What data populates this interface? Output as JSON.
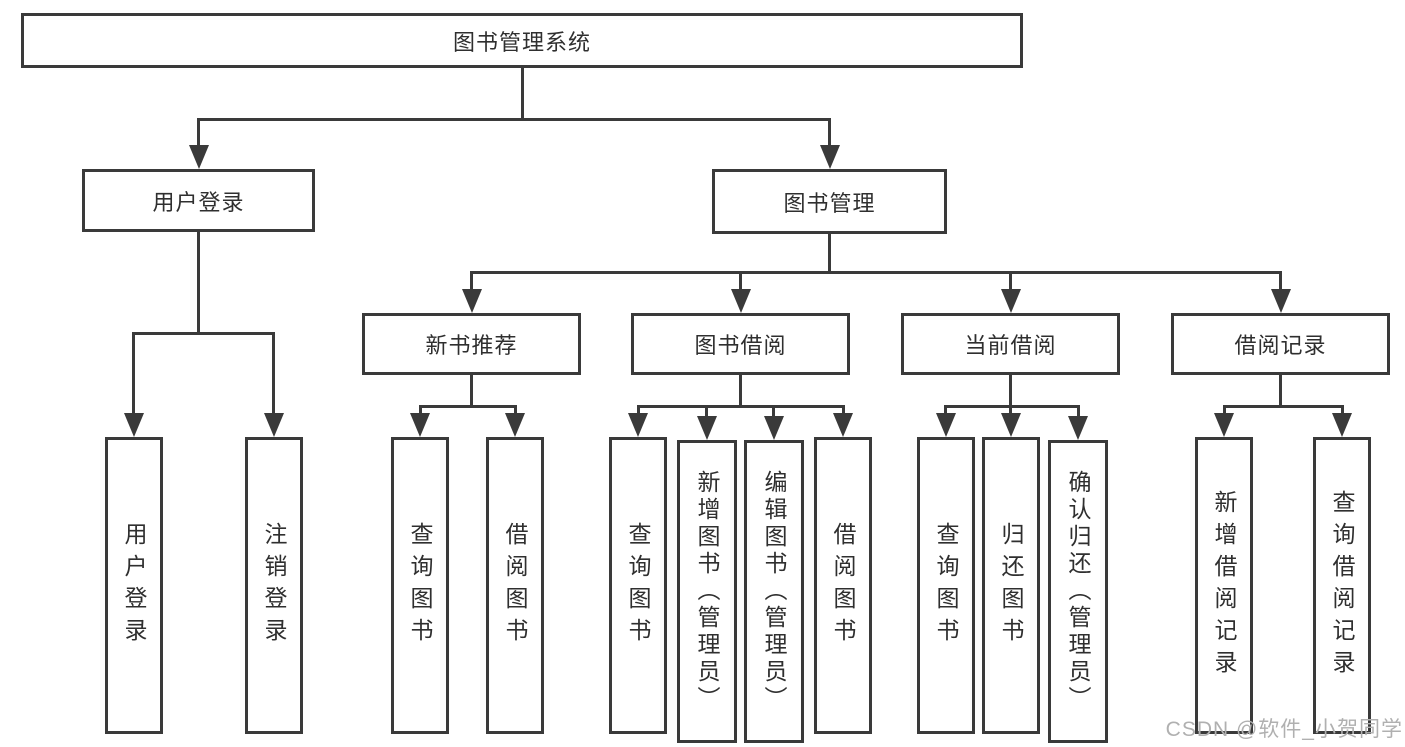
{
  "diagram": {
    "root": {
      "label": "图书管理系统"
    },
    "branches": {
      "user_login": {
        "label": "用户登录",
        "children": [
          "用户登录",
          "注销登录"
        ]
      },
      "book_management": {
        "label": "图书管理"
      }
    },
    "sections": {
      "new_books": {
        "label": "新书推荐",
        "children": [
          "查询图书",
          "借阅图书"
        ]
      },
      "book_borrowing": {
        "label": "图书借阅",
        "children": [
          "查询图书",
          "新增图书（管理员）",
          "编辑图书（管理员）",
          "借阅图书"
        ]
      },
      "current_borrowing": {
        "label": "当前借阅",
        "children": [
          "查询图书",
          "归还图书",
          "确认归还（管理员）"
        ]
      },
      "borrowing_records": {
        "label": "借阅记录",
        "children": [
          "新增借阅记录",
          "查询借阅记录"
        ]
      }
    }
  },
  "watermark": {
    "text": "CSDN @软件_小贺同学"
  },
  "colors": {
    "line": "#3a3a3a",
    "box_border": "#3a3a3a",
    "box_bg": "#ffffff",
    "text": "#2f2f2f",
    "watermark": "#b0b0b0",
    "background": "#ffffff"
  }
}
